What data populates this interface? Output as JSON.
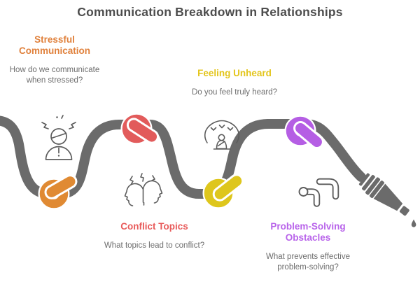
{
  "title": "Communication Breakdown in Relationships",
  "sections": [
    {
      "heading": "Stressful Communication",
      "question": "How do we communicate when stressed?",
      "heading_color": "#e0813c",
      "knot_color": "#e08a33",
      "icon": "stressed-person-icon"
    },
    {
      "heading": "Feeling Unheard",
      "question": "Do you feel truly heard?",
      "heading_color": "#e3c51b",
      "knot_color": "#dec61c",
      "icon": "person-under-noise-icon"
    },
    {
      "heading": "Conflict Topics",
      "question": "What topics lead to conflict?",
      "heading_color": "#e85a5a",
      "knot_color": "#e25b5b",
      "icon": "arguing-heads-icon"
    },
    {
      "heading": "Problem-Solving Obstacles",
      "question": "What prevents effective problem-solving?",
      "heading_color": "#b863ea",
      "knot_color": "#b55ee4",
      "icon": "blocked-corner-arrows-icon"
    }
  ],
  "graphic": {
    "description": "Tangled garden hose with four colored knots, ending in a nozzle with a single water drop",
    "hose_color": "#6b6b6b",
    "icon_stroke_color": "#5c5c5c",
    "drop": "water-drop"
  }
}
